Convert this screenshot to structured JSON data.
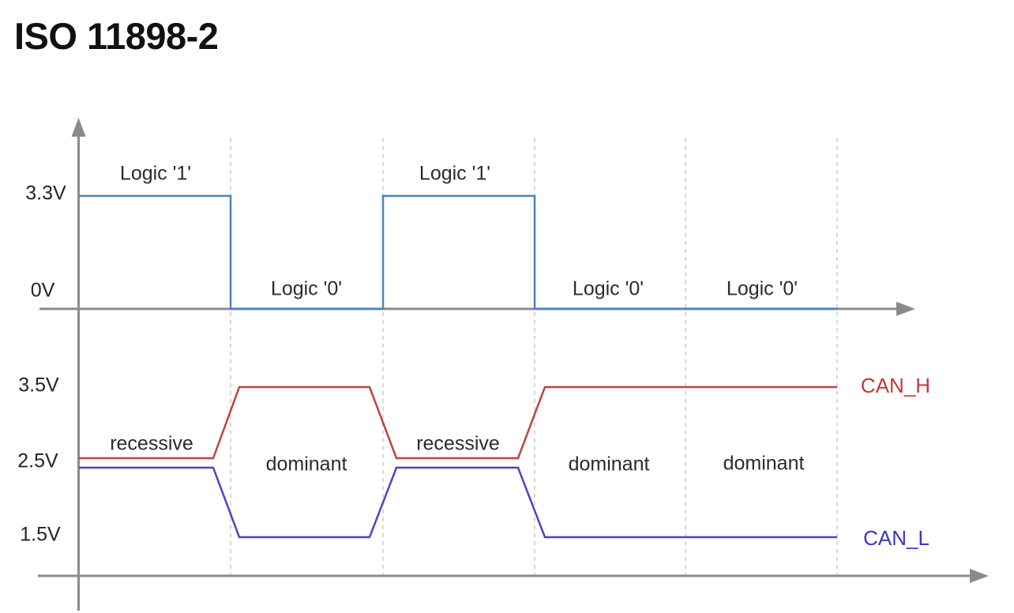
{
  "title": "ISO 11898-2",
  "colors": {
    "logic_line": "#4f81bd",
    "can_h_line": "#bf4340",
    "can_l_line": "#4a45c6",
    "can_h_label": "#c03a36",
    "can_l_label": "#3c35c2",
    "axis": "#8a8a8a",
    "gridline_dashed": "#c8c8c8",
    "text": "#2b2b2b"
  },
  "top_chart": {
    "y_labels": [
      {
        "text": "3.3V"
      },
      {
        "text": "0V"
      }
    ],
    "segments": [
      {
        "label": "Logic '1'",
        "level": "high"
      },
      {
        "label": "Logic '0'",
        "level": "low"
      },
      {
        "label": "Logic '1'",
        "level": "high"
      },
      {
        "label": "Logic '0'",
        "level": "low"
      },
      {
        "label": "Logic '0'",
        "level": "low"
      }
    ]
  },
  "bottom_chart": {
    "y_labels": [
      {
        "text": "3.5V"
      },
      {
        "text": "2.5V"
      },
      {
        "text": "1.5V"
      }
    ],
    "segments": [
      {
        "label": "recessive"
      },
      {
        "label": "dominant"
      },
      {
        "label": "recessive"
      },
      {
        "label": "dominant"
      },
      {
        "label": "dominant"
      }
    ],
    "series_labels": {
      "can_h": "CAN_H",
      "can_l": "CAN_L"
    }
  },
  "chart_data": [
    {
      "type": "line",
      "subtype": "digital-waveform",
      "title": "Logic level (transceiver input)",
      "y_tick_labels": [
        "3.3V",
        "0V"
      ],
      "y_levels_volts": {
        "high": 3.3,
        "low": 0
      },
      "segments": [
        "Logic '1'",
        "Logic '0'",
        "Logic '1'",
        "Logic '0'",
        "Logic '0'"
      ],
      "values_volts": [
        3.3,
        0,
        3.3,
        0,
        0
      ],
      "grid": "dashed vertical separators between bit segments",
      "legend_position": "none"
    },
    {
      "type": "line",
      "subtype": "analog-waveform",
      "title": "CAN bus differential voltages",
      "y_tick_labels": [
        "3.5V",
        "2.5V",
        "1.5V"
      ],
      "segments": [
        "recessive",
        "dominant",
        "recessive",
        "dominant",
        "dominant"
      ],
      "series": [
        {
          "name": "CAN_H",
          "values_volts": [
            2.5,
            3.5,
            2.5,
            3.5,
            3.5
          ],
          "color": "#bf4340"
        },
        {
          "name": "CAN_L",
          "values_volts": [
            2.5,
            1.5,
            2.5,
            1.5,
            1.5
          ],
          "color": "#4a45c6"
        }
      ],
      "grid": "dashed vertical separators between bit segments",
      "legend_position": "right edge inline labels"
    }
  ]
}
